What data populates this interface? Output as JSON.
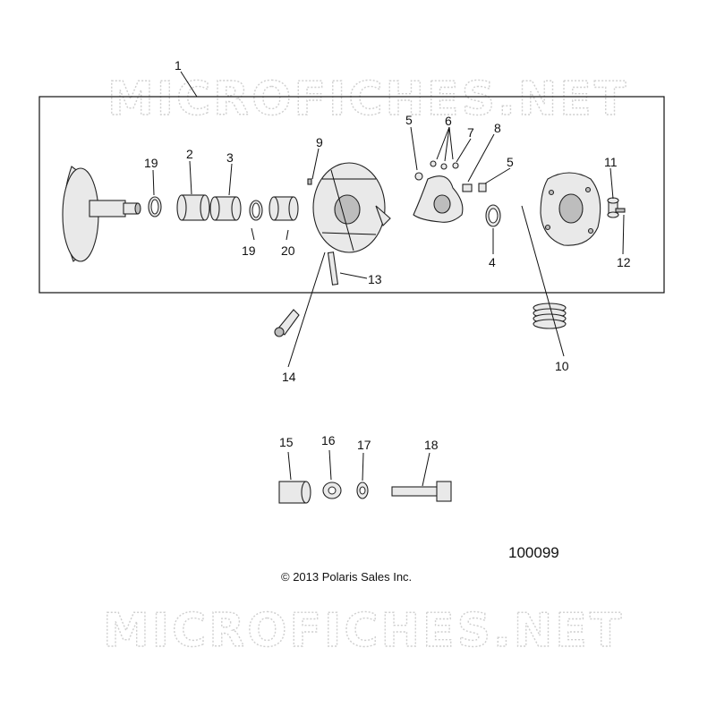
{
  "watermark": "MICROFICHES.NET",
  "drawing_number": "100099",
  "copyright": "© 2013 Polaris Sales Inc.",
  "callouts": {
    "c1": "1",
    "c2": "2",
    "c3": "3",
    "c4": "4",
    "c5a": "5",
    "c5b": "5",
    "c6": "6",
    "c7": "7",
    "c8": "8",
    "c9": "9",
    "c10": "10",
    "c11": "11",
    "c12": "12",
    "c13": "13",
    "c14": "14",
    "c15": "15",
    "c16": "16",
    "c17": "17",
    "c18": "18",
    "c19a": "19",
    "c19b": "19",
    "c20": "20"
  }
}
